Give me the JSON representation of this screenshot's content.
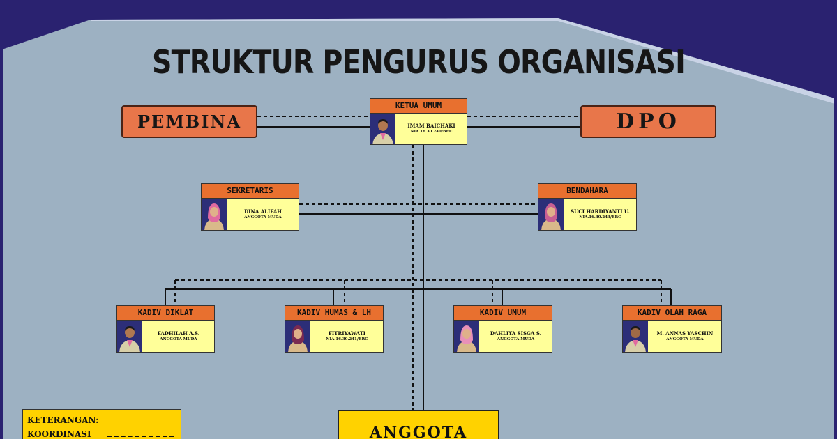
{
  "title": "STRUKTUR PENGURUS ORGANISASI",
  "colors": {
    "background": "#9db1c2",
    "navy": "#2a2270",
    "header_orange": "#e8702f",
    "box_orange": "#e8764a",
    "card_yellow": "#ffff99",
    "anggota_yellow": "#ffd200"
  },
  "pembina": "PEMBINA",
  "dpo": "DPO",
  "ketua": {
    "title": "KETUA UMUM",
    "name": "IMAM BAICHAKI",
    "sub": "NIA.16.30.240/BRC"
  },
  "sekretaris": {
    "title": "SEKRETARIS",
    "name": "DINA ALIFAH",
    "sub": "ANGGOTA MUDA"
  },
  "bendahara": {
    "title": "BENDAHARA",
    "name": "SUCI HARDIYANTI U.",
    "sub": "NIA.16.30.243/BRC"
  },
  "divisions": [
    {
      "title": "KADIV DIKLAT",
      "name": "FADHILAH A.S.",
      "sub": "ANGGOTA MUDA"
    },
    {
      "title": "KADIV HUMAS & LH",
      "name": "FITRIYAWATI",
      "sub": "NIA.16.30.241/BRC"
    },
    {
      "title": "KADIV UMUM",
      "name": "DAHLIYA SISGA S.",
      "sub": "ANGGOTA MUDA"
    },
    {
      "title": "KADIV OLAH RAGA",
      "name": "M. ANNAS YASCHIN",
      "sub": "ANGGOTA MUDA"
    }
  ],
  "anggota": "ANGGOTA",
  "legend": {
    "heading": "KETERANGAN:",
    "item": "KOORDINASI"
  }
}
